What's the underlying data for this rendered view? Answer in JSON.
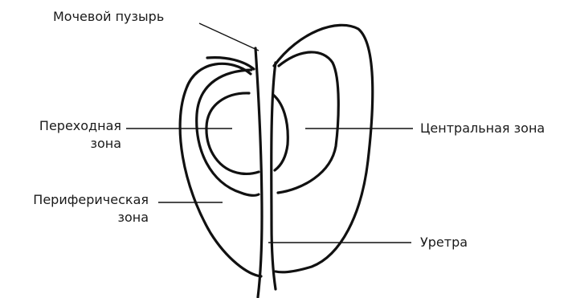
{
  "labels": {
    "bladder": "Мочевой пузырь",
    "transition_line1": "Переходная",
    "transition_line2": "зона",
    "peripheral_line1": "Периферическая",
    "peripheral_line2": "зона",
    "central": "Центральная зона",
    "urethra": "Уретра"
  },
  "colors": {
    "stroke": "#111111",
    "text": "#1a1a1a",
    "background": "#ffffff"
  }
}
